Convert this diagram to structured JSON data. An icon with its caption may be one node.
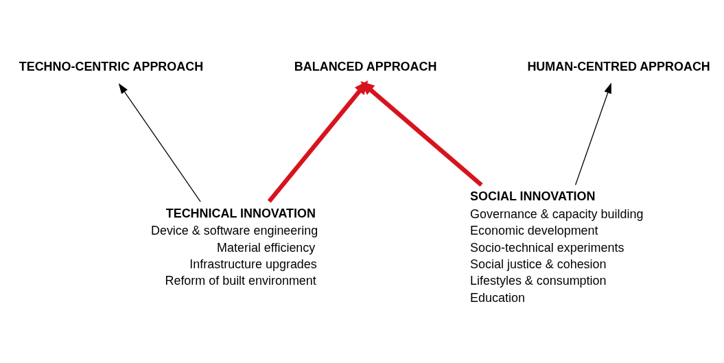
{
  "diagram": {
    "nodes": [
      {
        "text": [
          "TECHNO-CENTRIC APPROACH"
        ]
      },
      {
        "text": [
          "BALANCED APPROACH"
        ]
      },
      {
        "text": [
          "HUMAN-CENTRED APPROACH"
        ]
      },
      {
        "text": [
          "TECHNICAL INNOVATION",
          "Device & software engineering",
          "Material efficiency",
          "Infrastructure upgrades",
          "Reform of built environment"
        ]
      },
      {
        "text": [
          "SOCIAL INNOVATION",
          "Governance & capacity building",
          "Economic development",
          "Socio-technical experiments",
          "Social justice & cohesion",
          "Lifestyles & consumption",
          "Education"
        ]
      }
    ],
    "edges": [
      {
        "from": 3,
        "to": 0,
        "arrow": "to"
      },
      {
        "from": 3,
        "to": 1,
        "arrow": "to",
        "style": "thick",
        "color": "#d7141e"
      },
      {
        "from": 4,
        "to": 1,
        "arrow": "to",
        "style": "thick",
        "color": "#d7141e"
      },
      {
        "from": 4,
        "to": 2,
        "arrow": "to"
      }
    ]
  }
}
